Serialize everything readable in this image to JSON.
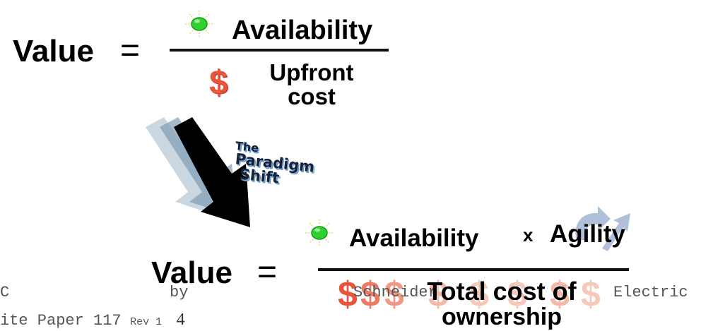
{
  "top_equation": {
    "value_label": "Value",
    "equals": "=",
    "numerator": "Availability",
    "denominator_line1": "Upfront",
    "denominator_line2": "cost",
    "dollar_symbol": "$"
  },
  "shift_arrow": {
    "line1": "The",
    "line2": "Paradigm",
    "line3": "Shift"
  },
  "bottom_equation": {
    "value_label": "Value",
    "equals": "=",
    "numerator_term1": "Availability",
    "times": "x",
    "numerator_term2": "Agility",
    "denominator_line1": "Total cost of",
    "denominator_line2": "ownership",
    "dollar_symbol": "$"
  },
  "footer": {
    "left_fragment": "C",
    "by_word": "by",
    "company_part1": "Schneider",
    "company_part2": "Electric",
    "paper_label": "ite Paper 117",
    "revision": "Rev 1",
    "page_number": "4"
  },
  "colors": {
    "green_dot": "#2fd12f",
    "dollar_red": "#e8553a",
    "dollar_faded": "#f4b9a8",
    "arrow_black": "#000000",
    "arrow_shadow": "#9fb7c9",
    "agility_blue": "#a9b9d6"
  }
}
